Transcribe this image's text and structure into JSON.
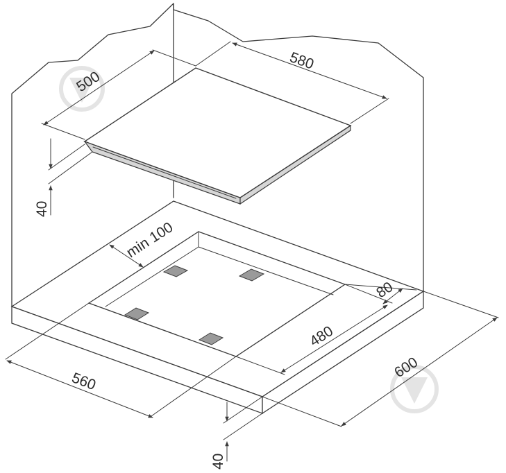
{
  "dimensions": {
    "hob_width": "580",
    "hob_depth": "500",
    "hob_height": "40",
    "min_clearance": "min 100",
    "cutout_side_offset": "80",
    "cutout_depth": "480",
    "cutout_width": "560",
    "countertop_depth": "600",
    "countertop_thickness": "40"
  },
  "icons": {
    "watermark": "diamond-logo-icon"
  },
  "colors": {
    "stroke": "#3a3a3a",
    "bracket": "#9a9a9a",
    "hob_edge": "#d6d6d6",
    "watermark": "#e2e2e2"
  }
}
